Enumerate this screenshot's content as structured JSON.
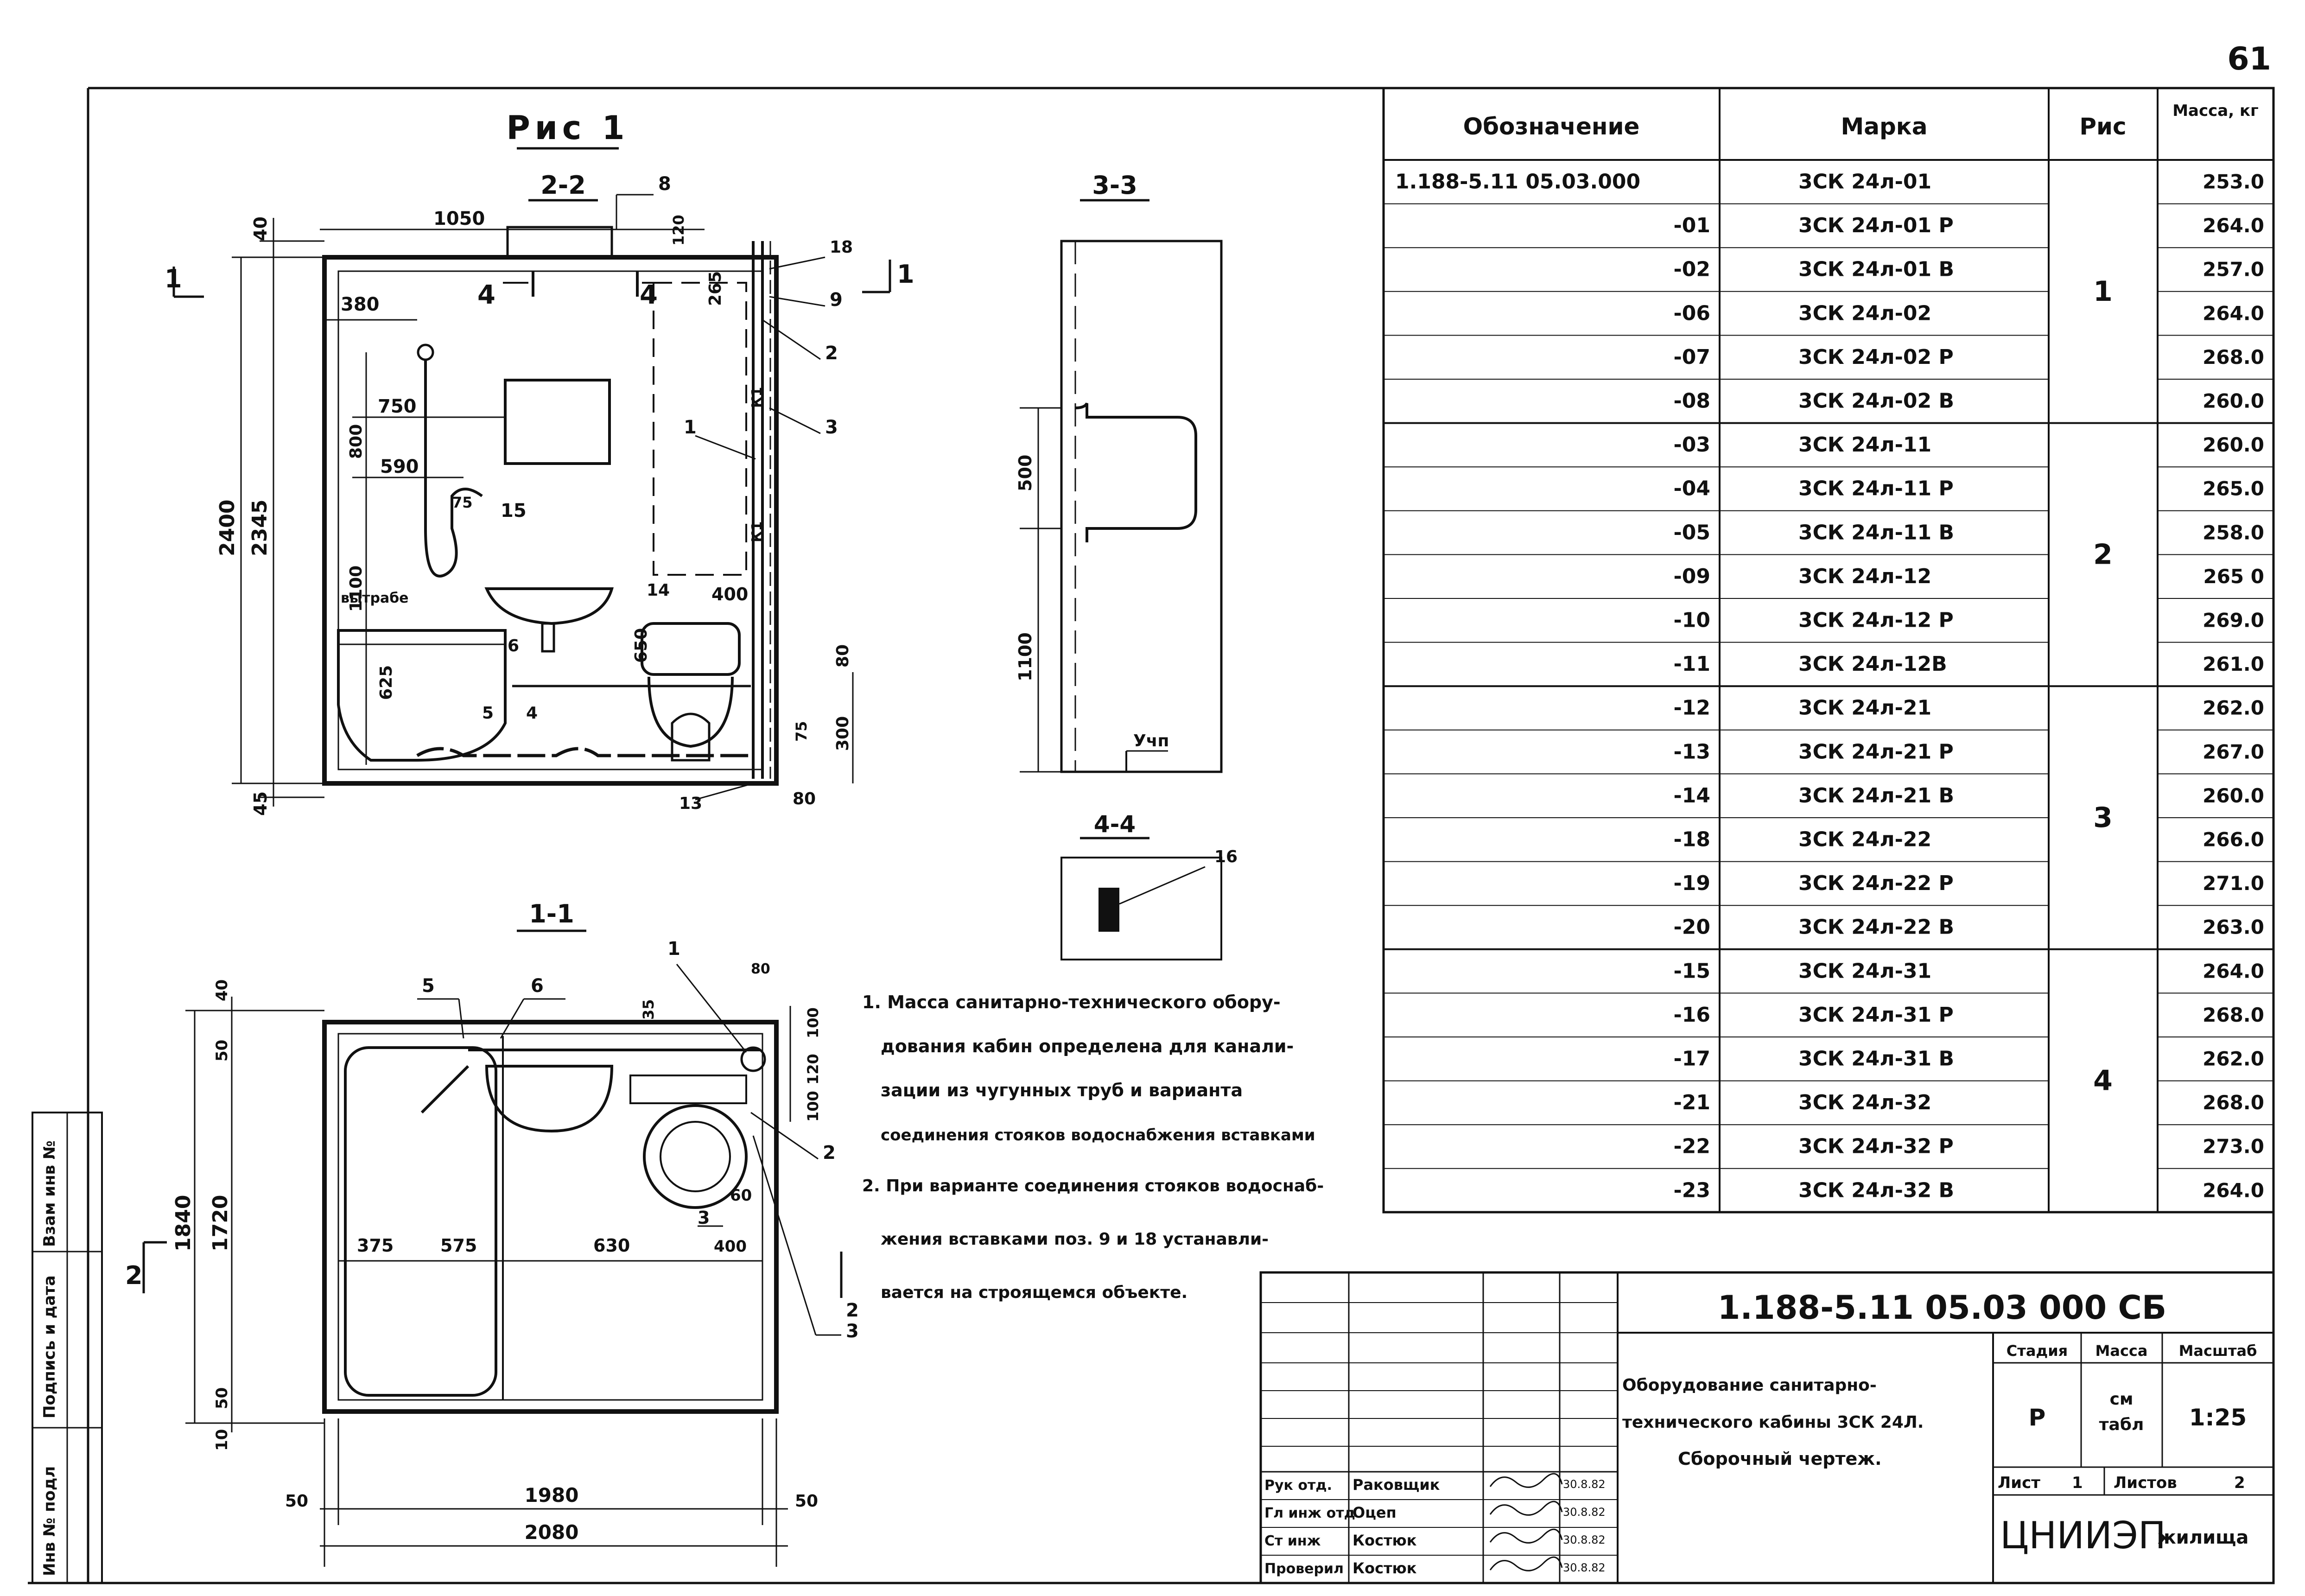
{
  "page_number": "61",
  "figure_title": "Рис 1",
  "sections": {
    "s22": "2-2",
    "s33": "3-3",
    "s44": "4-4",
    "s11": "1-1"
  },
  "dims_22": {
    "d1050": "1050",
    "d120": "120",
    "d40": "40",
    "d380": "380",
    "d265": "265",
    "d750": "750",
    "d800": "800",
    "d590": "590",
    "d75": "75",
    "d2400": "2400",
    "d2345": "2345",
    "d1100": "1100",
    "d400": "400",
    "d650": "650",
    "d625": "625",
    "d80a": "80",
    "d300": "300",
    "d75b": "75",
    "d45": "45",
    "d80b": "80",
    "vytyazhka": "вытрабе"
  },
  "callouts_22": {
    "c8": "8",
    "c18": "18",
    "c9": "9",
    "c2": "2",
    "c1": "1",
    "c3": "3",
    "c15": "15",
    "c14": "14",
    "c6": "6",
    "c5": "5",
    "c4": "4",
    "c13": "13",
    "c4a": "4",
    "c4b": "4",
    "k1": "К1",
    "k2": "К1"
  },
  "dims_33": {
    "d500": "500",
    "d1100": "1100",
    "ych": "Учп"
  },
  "callouts_44": {
    "c16": "16"
  },
  "dims_11": {
    "d40": "40",
    "d50": "50",
    "d1840": "1840",
    "d1720": "1720",
    "d50b": "50",
    "d10": "10",
    "d100": "100",
    "d120": "120",
    "d100b": "100",
    "d375": "375",
    "d575": "575",
    "d630": "630",
    "d400": "400",
    "d60": "60",
    "d80": "80",
    "d35": "35",
    "d1980": "1980",
    "d2080": "2080",
    "d50l": "50",
    "d50r": "50"
  },
  "callouts_11": {
    "c5": "5",
    "c6": "6",
    "c1": "1",
    "c2": "2",
    "c3": "3",
    "c3b": "3",
    "c2b": "2"
  },
  "section_markers": {
    "m1": "1",
    "m2": "2",
    "m1b": "1"
  },
  "notes": [
    "1. Масса санитарно-технического обору-",
    "дования кабин определена для канали-",
    "зации из чугунных труб и варианта",
    "соединения стояков водоснабжения вставками",
    "2. При варианте соединения стояков водоснаб-",
    "жения вставками поз. 9 и 18 устанавли-",
    "вается на строящемся объекте."
  ],
  "spec_table": {
    "headers": [
      "Обозначение",
      "Марка",
      "Рис",
      "Масса, кг"
    ],
    "rows": [
      {
        "code": "1.188-5.11  05.03.000",
        "mark": "3СК 24л-01",
        "fig": "",
        "mass": "253.0"
      },
      {
        "code": "-01",
        "mark": "3СК 24л-01 Р",
        "fig": "",
        "mass": "264.0"
      },
      {
        "code": "-02",
        "mark": "3СК 24л-01 В",
        "fig": "1",
        "mass": "257.0"
      },
      {
        "code": "-06",
        "mark": "3СК 24л-02",
        "fig": "",
        "mass": "264.0"
      },
      {
        "code": "-07",
        "mark": "3СК 24л-02 Р",
        "fig": "",
        "mass": "268.0"
      },
      {
        "code": "-08",
        "mark": "3СК 24л-02 В",
        "fig": "",
        "mass": "260.0"
      },
      {
        "code": "-03",
        "mark": "3СК 24л-11",
        "fig": "",
        "mass": "260.0"
      },
      {
        "code": "-04",
        "mark": "3СК 24л-11 Р",
        "fig": "",
        "mass": "265.0"
      },
      {
        "code": "-05",
        "mark": "3СК 24л-11 В",
        "fig": "2",
        "mass": "258.0"
      },
      {
        "code": "-09",
        "mark": "3СК 24л-12",
        "fig": "",
        "mass": "265 0"
      },
      {
        "code": "-10",
        "mark": "3СК 24л-12 Р",
        "fig": "",
        "mass": "269.0"
      },
      {
        "code": "-11",
        "mark": "3СК 24л-12В",
        "fig": "",
        "mass": "261.0"
      },
      {
        "code": "-12",
        "mark": "3СК 24л-21",
        "fig": "",
        "mass": "262.0"
      },
      {
        "code": "-13",
        "mark": "3СК 24л-21 Р",
        "fig": "",
        "mass": "267.0"
      },
      {
        "code": "-14",
        "mark": "3СК 24л-21 В",
        "fig": "3",
        "mass": "260.0"
      },
      {
        "code": "-18",
        "mark": "3СК 24л-22",
        "fig": "",
        "mass": "266.0"
      },
      {
        "code": "-19",
        "mark": "3СК 24л-22 Р",
        "fig": "",
        "mass": "271.0"
      },
      {
        "code": "-20",
        "mark": "3СК 24л-22 В",
        "fig": "",
        "mass": "263.0"
      },
      {
        "code": "-15",
        "mark": "3СК 24л-31",
        "fig": "",
        "mass": "264.0"
      },
      {
        "code": "-16",
        "mark": "3СК 24л-31 Р",
        "fig": "",
        "mass": "268.0"
      },
      {
        "code": "-17",
        "mark": "3СК 24л-31 В",
        "fig": "4",
        "mass": "262.0"
      },
      {
        "code": "-21",
        "mark": "3СК 24л-32",
        "fig": "",
        "mass": "268.0"
      },
      {
        "code": "-22",
        "mark": "3СК 24л-32 Р",
        "fig": "",
        "mass": "273.0"
      },
      {
        "code": "-23",
        "mark": "3СК 24л-32 В",
        "fig": "",
        "mass": "264.0"
      }
    ]
  },
  "title_block": {
    "doc_code": "1.188-5.11     05.03 000 СБ",
    "title_line1": "Оборудование санитарно-",
    "title_line2": "технического кабины 3СК 24Л.",
    "title_line3": "Сборочный чертеж.",
    "stage_h": "Стадия",
    "mass_h": "Масса",
    "scale_h": "Масштаб",
    "stage": "Р",
    "mass1": "см",
    "mass2": "табл",
    "scale": "1:25",
    "sheet_label": "Лист",
    "sheet": "1",
    "sheets_label": "Листов",
    "sheets": "2",
    "org": "ЦНИИЭП",
    "org_sub": "жилища",
    "roles": [
      {
        "role": "Рук отд.",
        "name": "Раковщик",
        "date": "30.8.82"
      },
      {
        "role": "Гл инж отд",
        "name": "Оцеп",
        "date": "30.8.82"
      },
      {
        "role": "Ст инж",
        "name": "Костюк",
        "date": "30.8.82"
      },
      {
        "role": "Проверил",
        "name": "Костюк",
        "date": "30.8.82"
      }
    ]
  },
  "side_stamp": [
    "Инв № подл",
    "Подпись и дата",
    "Взам инв №"
  ]
}
